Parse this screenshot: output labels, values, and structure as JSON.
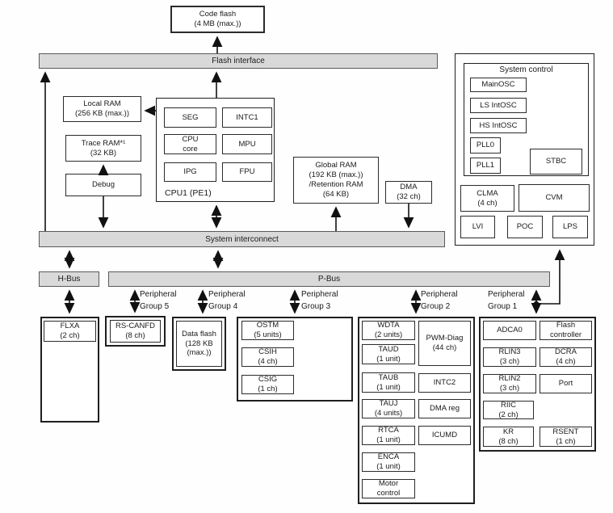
{
  "bars": {
    "flash_interface": "Flash interface",
    "system_interconnect": "System interconnect",
    "h_bus": "H-Bus",
    "p_bus": "P-Bus"
  },
  "top": {
    "code_flash": "Code flash\n(4 MB (max.))"
  },
  "memory": {
    "local_ram": "Local RAM\n(256 KB (max.))",
    "trace_ram": "Trace RAM*¹\n(32 KB)",
    "debug": "Debug",
    "global_ram": "Global RAM\n(192 KB (max.))\n/Retention RAM\n(64 KB)",
    "dma": "DMA\n(32 ch)"
  },
  "cpu1": {
    "label": "CPU1 (PE1)",
    "seg": "SEG",
    "intc1": "INTC1",
    "cpu_core": "CPU\ncore",
    "mpu": "MPU",
    "ipg": "IPG",
    "fpu": "FPU"
  },
  "system_control": {
    "title": "System control",
    "mainosc": "MainOSC",
    "ls_intosc": "LS IntOSC",
    "hs_intosc": "HS IntOSC",
    "pll0": "PLL0",
    "pll1": "PLL1",
    "stbc": "STBC",
    "clma": "CLMA\n(4 ch)",
    "cvm": "CVM",
    "lvi": "LVI",
    "poc": "POC",
    "lps": "LPS"
  },
  "peripheral_labels": {
    "group5": "Peripheral\nGroup 5",
    "group4": "Peripheral\nGroup 4",
    "group3": "Peripheral\nGroup 3",
    "group2": "Peripheral\nGroup 2",
    "group1": "Peripheral\nGroup 1"
  },
  "hbus_group": {
    "flxa": "FLXA\n(2 ch)"
  },
  "group5": {
    "rs_canfd": "RS-CANFD\n(8 ch)"
  },
  "group4": {
    "data_flash": "Data flash\n(128 KB\n(max.))"
  },
  "group3": {
    "ostm": "OSTM\n(5 units)",
    "csih": "CSIH\n(4 ch)",
    "csig": "CSIG\n(1 ch)"
  },
  "group2": {
    "wdta": "WDTA\n(2 units)",
    "taud": "TAUD\n(1 unit)",
    "taub": "TAUB\n(1 unit)",
    "tauj": "TAUJ\n(4 units)",
    "rtca": "RTCA\n(1 unit)",
    "enca": "ENCA\n(1 unit)",
    "motor_control": "Motor\ncontrol",
    "pwm_diag": "PWM-Diag\n(44 ch)",
    "intc2": "INTC2",
    "dma_reg": "DMA reg",
    "icumd": "ICUMD"
  },
  "group1": {
    "adca0": "ADCA0",
    "flash_controller": "Flash\ncontroller",
    "rlin3": "RLIN3\n(3 ch)",
    "dcra": "DCRA\n(4 ch)",
    "rlin2": "RLIN2\n(3 ch)",
    "port": "Port",
    "riic": "RIIC\n(2 ch)",
    "kr": "KR\n(8 ch)",
    "rsent": "RSENT\n(1 ch)"
  }
}
